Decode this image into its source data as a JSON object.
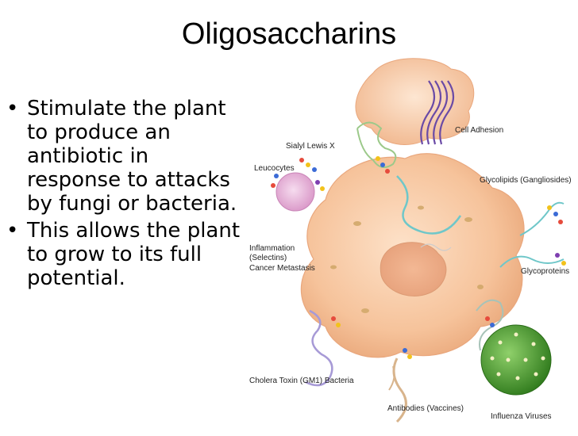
{
  "slide": {
    "title": "Oligosaccharins",
    "bullets": [
      "Stimulate the plant to produce an antibiotic in response to attacks by fungi or bacteria.",
      "This allows the plant to grow to its full potential."
    ],
    "bullet_glyph": "•"
  },
  "figure": {
    "labels": {
      "cell_adhesion": "Cell Adhesion",
      "sialyl_lewis_x": "Sialyl Lewis X",
      "leucocytes": "Leucocytes",
      "glycolipids": "Glycolipids (Gangliosides)",
      "inflammation_1": "Inflammation",
      "inflammation_2": "(Selectins)",
      "cancer_metastasis": "Cancer Metastasis",
      "glycoproteins": "Glycoproteins",
      "cholera_toxin": "Cholera Toxin (GM1) Bacteria",
      "antibodies": "Antibodies (Vaccines)",
      "influenza": "Influenza Viruses"
    },
    "colors": {
      "cell": "#f6c39b",
      "cell_dark": "#e8a77c",
      "leucocyte": "#e9b6d8",
      "virus": "#4c9a2a",
      "chain_teal": "#6fc7c9",
      "chain_purple": "#6a4aa6",
      "chain_green": "#9cc98a",
      "chain_tan": "#d8b48c",
      "chain_lilac": "#a79ad6"
    }
  }
}
